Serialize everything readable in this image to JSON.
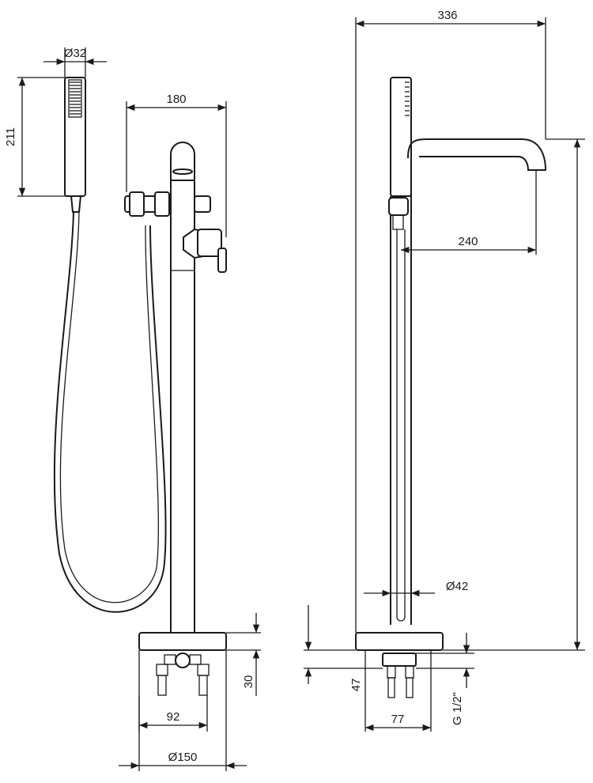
{
  "diagram": {
    "dimensions": {
      "handshower_diameter": "Ø32",
      "handshower_length": "211",
      "front_width": "180",
      "total_width": "336",
      "spout_projection": "240",
      "column_diameter": "Ø42",
      "base_height": "30",
      "floor_depth": "47",
      "connection_spacing": "92",
      "base_diameter": "Ø150",
      "side_base_width": "77",
      "thread": "G 1/2\""
    },
    "colors": {
      "line": "#1a1a1a",
      "background": "#ffffff"
    }
  }
}
